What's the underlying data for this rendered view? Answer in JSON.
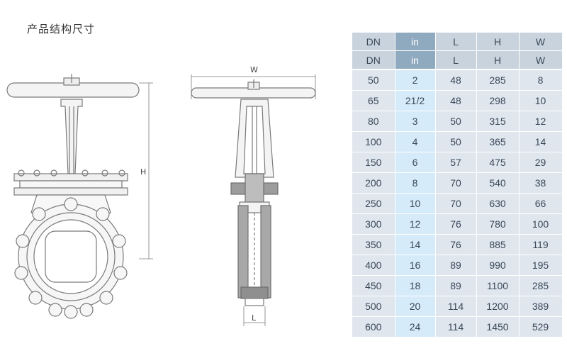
{
  "title": "产品结构尺寸",
  "dimension_labels": {
    "width": "W",
    "height": "H",
    "length": "L"
  },
  "table": {
    "headers": [
      [
        "DN",
        "in",
        "L",
        "H",
        "W"
      ],
      [
        "DN",
        "in",
        "L",
        "H",
        "W"
      ]
    ],
    "rows": [
      [
        "50",
        "2",
        "48",
        "285",
        "8"
      ],
      [
        "65",
        "21/2",
        "48",
        "298",
        "10"
      ],
      [
        "80",
        "3",
        "50",
        "315",
        "12"
      ],
      [
        "100",
        "4",
        "50",
        "365",
        "14"
      ],
      [
        "150",
        "6",
        "57",
        "475",
        "29"
      ],
      [
        "200",
        "8",
        "70",
        "540",
        "38"
      ],
      [
        "250",
        "10",
        "70",
        "630",
        "66"
      ],
      [
        "300",
        "12",
        "76",
        "780",
        "100"
      ],
      [
        "350",
        "14",
        "76",
        "885",
        "119"
      ],
      [
        "400",
        "16",
        "89",
        "990",
        "195"
      ],
      [
        "450",
        "18",
        "89",
        "1100",
        "285"
      ],
      [
        "500",
        "20",
        "114",
        "1200",
        "389"
      ],
      [
        "600",
        "24",
        "114",
        "1450",
        "529"
      ]
    ]
  },
  "colors": {
    "header_bg": "#c8d3dd",
    "in_header_bg": "#8fa9bf",
    "body_bg": "#dfe6ee",
    "in_body_bg": "#d5ebf9",
    "text": "#3a4858"
  }
}
